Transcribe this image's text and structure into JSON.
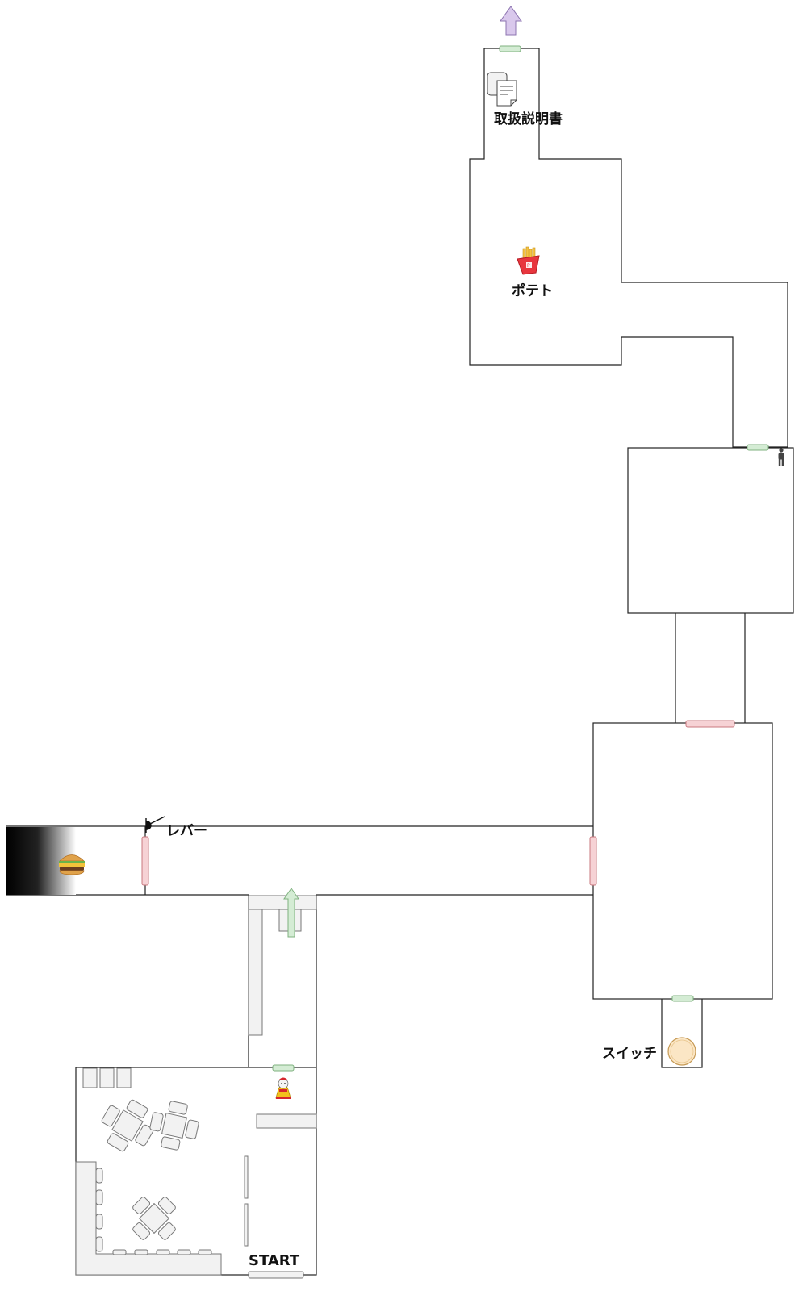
{
  "labels": {
    "manual": "取扱説明書",
    "fries": "ポテト",
    "lever": "レバー",
    "switch": "スイッチ",
    "start": "START"
  },
  "colors": {
    "wall": "#222222",
    "door_green": "#d4ecd4",
    "door_green_edge": "#7fb27f",
    "door_red": "#f6d2d5",
    "door_red_edge": "#c9787f",
    "exit_arrow": "#d9c8ec",
    "exit_arrow_edge": "#8d74b0",
    "furniture": "#f2f2f2",
    "furniture_edge": "#777777",
    "switch_fill": "#fbe6c5",
    "switch_edge": "#c69a55"
  },
  "icons": {
    "manual": "document-icon",
    "fries": "fries-icon",
    "burger": "burger-icon",
    "lever": "lever-icon",
    "switch": "round-switch-icon",
    "person": "person-icon",
    "mascot": "mascot-icon",
    "exit": "up-arrow-icon"
  }
}
